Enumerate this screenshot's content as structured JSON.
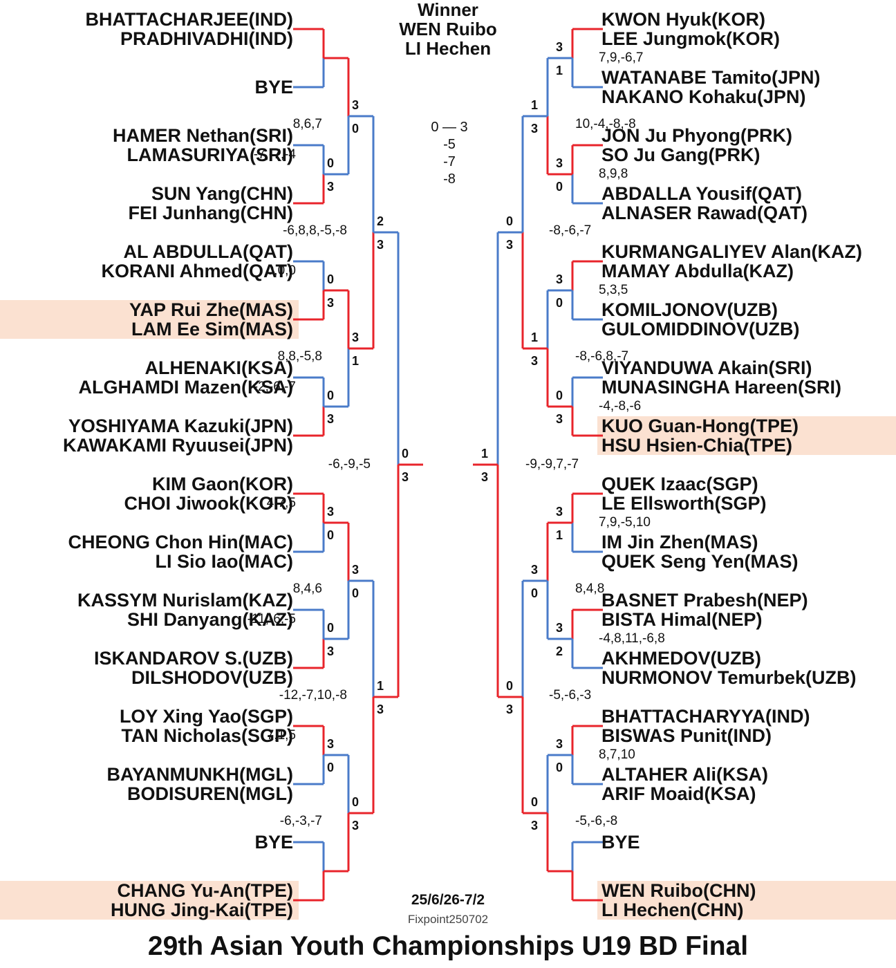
{
  "header": {
    "winner_label": "Winner",
    "winner_players": [
      "WEN Ruibo",
      "LI Hechen"
    ]
  },
  "final": {
    "result": "0 — 3",
    "games": [
      "-5",
      "-7",
      "-8"
    ]
  },
  "footer": {
    "date": "25/6/26-7/2",
    "source": "Fixpoint250702",
    "title": "29th Asian Youth Championships U19 BD Final"
  },
  "left_teams": [
    {
      "p": [
        "BHATTACHARJEE(IND)",
        "PRADHIVADHI(IND)"
      ]
    },
    {
      "p": [
        "BYE"
      ]
    },
    {
      "p": [
        "HAMER Nethan(SRI)",
        "LAMASURIYA(SRI)"
      ]
    },
    {
      "p": [
        "SUN Yang(CHN)",
        "FEI Junhang(CHN)"
      ]
    },
    {
      "p": [
        "AL ABDULLA(QAT)",
        "KORANI Ahmed(QAT)"
      ]
    },
    {
      "p": [
        "YAP Rui Zhe(MAS)",
        "LAM Ee Sim(MAS)"
      ]
    },
    {
      "p": [
        "ALHENAKI(KSA)",
        "ALGHAMDI Mazen(KSA)"
      ]
    },
    {
      "p": [
        "YOSHIYAMA Kazuki(JPN)",
        "KAWAKAMI Ryuusei(JPN)"
      ]
    },
    {
      "p": [
        "KIM Gaon(KOR)",
        "CHOI Jiwook(KOR)"
      ]
    },
    {
      "p": [
        "CHEONG Chon Hin(MAC)",
        "LI Sio Iao(MAC)"
      ]
    },
    {
      "p": [
        "KASSYM Nurislam(KAZ)",
        "SHI Danyang(KAZ)"
      ]
    },
    {
      "p": [
        "ISKANDAROV S.(UZB)",
        "DILSHODOV(UZB)"
      ]
    },
    {
      "p": [
        "LOY Xing Yao(SGP)",
        "TAN Nicholas(SGP)"
      ]
    },
    {
      "p": [
        "BAYANMUNKH(MGL)",
        "BODISUREN(MGL)"
      ]
    },
    {
      "p": [
        "BYE"
      ]
    },
    {
      "p": [
        "CHANG Yu-An(TPE)",
        "HUNG Jing-Kai(TPE)"
      ]
    }
  ],
  "right_teams": [
    {
      "p": [
        "KWON Hyuk(KOR)",
        "LEE Jungmok(KOR)"
      ]
    },
    {
      "p": [
        "WATANABE Tamito(JPN)",
        "NAKANO Kohaku(JPN)"
      ]
    },
    {
      "p": [
        "JON Ju Phyong(PRK)",
        "SO Ju Gang(PRK)"
      ]
    },
    {
      "p": [
        "ABDALLA Yousif(QAT)",
        "ALNASER Rawad(QAT)"
      ]
    },
    {
      "p": [
        "KURMANGALIYEV Alan(KAZ)",
        "MAMAY Abdulla(KAZ)"
      ]
    },
    {
      "p": [
        "KOMILJONOV(UZB)",
        "GULOMIDDINOV(UZB)"
      ]
    },
    {
      "p": [
        "VIYANDUWA Akain(SRI)",
        "MUNASINGHA Hareen(SRI)"
      ]
    },
    {
      "p": [
        "KUO Guan-Hong(TPE)",
        "HSU Hsien-Chia(TPE)"
      ]
    },
    {
      "p": [
        "QUEK Izaac(SGP)",
        "LE Ellsworth(SGP)"
      ]
    },
    {
      "p": [
        "IM Jin Zhen(MAS)",
        "QUEK Seng Yen(MAS)"
      ]
    },
    {
      "p": [
        "BASNET Prabesh(NEP)",
        "BISTA Himal(NEP)"
      ]
    },
    {
      "p": [
        "AKHMEDOV(UZB)",
        "NURMONOV Temurbek(UZB)"
      ]
    },
    {
      "p": [
        "BHATTACHARYYA(IND)",
        "BISWAS Punit(IND)"
      ]
    },
    {
      "p": [
        "ALTAHER Ali(KSA)",
        "ARIF Moaid(KSA)"
      ]
    },
    {
      "p": [
        "BYE"
      ]
    },
    {
      "p": [
        "WEN Ruibo(CHN)",
        "LI Hechen(CHN)"
      ]
    }
  ],
  "match_scores": {
    "left": {
      "r1": [
        {
          "gs": [
            "",
            ""
          ],
          "scores": ""
        },
        {
          "gs": [
            "0",
            "3"
          ],
          "scores": "-7,-7,-4"
        },
        {
          "gs": [
            "0",
            "3"
          ],
          "scores": "0,0,0"
        },
        {
          "gs": [
            "0",
            "3"
          ],
          "scores": "-2,-6,-7"
        },
        {
          "gs": [
            "3",
            "0"
          ],
          "scores": "4,7,5"
        },
        {
          "gs": [
            "0",
            "3"
          ],
          "scores": "-11,-6,-5"
        },
        {
          "gs": [
            "3",
            "0"
          ],
          "scores": "7,1,5"
        },
        {
          "gs": [
            "",
            ""
          ],
          "scores": ""
        }
      ],
      "r2": [
        {
          "gs": [
            "3",
            "0"
          ],
          "scores": "8,6,7"
        },
        {
          "gs": [
            "3",
            "1"
          ],
          "scores": "8,8,-5,8"
        },
        {
          "gs": [
            "3",
            "0"
          ],
          "scores": "8,4,6"
        },
        {
          "gs": [
            "0",
            "3"
          ],
          "scores": "-6,-3,-7"
        }
      ],
      "r3": [
        {
          "gs": [
            "2",
            "3"
          ],
          "scores": "-6,8,8,-5,-8"
        },
        {
          "gs": [
            "1",
            "3"
          ],
          "scores": "-12,-7,10,-8"
        }
      ],
      "sf": {
        "gs": [
          "0",
          "3"
        ],
        "scores": "-6,-9,-5"
      }
    },
    "right": {
      "r1": [
        {
          "gs": [
            "3",
            "1"
          ],
          "scores": "7,9,-6,7"
        },
        {
          "gs": [
            "3",
            "0"
          ],
          "scores": "8,9,8"
        },
        {
          "gs": [
            "3",
            "0"
          ],
          "scores": "5,3,5"
        },
        {
          "gs": [
            "0",
            "3"
          ],
          "scores": "-4,-8,-6"
        },
        {
          "gs": [
            "3",
            "1"
          ],
          "scores": "7,9,-5,10"
        },
        {
          "gs": [
            "3",
            "2"
          ],
          "scores": "-4,8,11,-6,8"
        },
        {
          "gs": [
            "3",
            "0"
          ],
          "scores": "8,7,10"
        },
        {
          "gs": [
            "",
            ""
          ],
          "scores": ""
        }
      ],
      "r2": [
        {
          "gs": [
            "1",
            "3"
          ],
          "scores": "10,-4,-8,-8"
        },
        {
          "gs": [
            "1",
            "3"
          ],
          "scores": "-8,-6,8,-7"
        },
        {
          "gs": [
            "3",
            "0"
          ],
          "scores": "8,4,8"
        },
        {
          "gs": [
            "0",
            "3"
          ],
          "scores": "-5,-6,-8"
        }
      ],
      "r3": [
        {
          "gs": [
            "0",
            "3"
          ],
          "scores": "-8,-6,-7"
        },
        {
          "gs": [
            "0",
            "3"
          ],
          "scores": "-5,-6,-3"
        }
      ],
      "sf": {
        "gs": [
          "1",
          "3"
        ],
        "scores": "-9,-9,7,-7"
      }
    }
  },
  "winners": {
    "left": {
      "r1": [
        0,
        1,
        1,
        1,
        0,
        1,
        0,
        1
      ],
      "r2": [
        0,
        0,
        0,
        1
      ],
      "r3": [
        1,
        1
      ],
      "sf": 1
    },
    "right": {
      "r1": [
        0,
        0,
        0,
        1,
        0,
        0,
        0,
        1
      ],
      "r2": [
        1,
        1,
        0,
        1
      ],
      "r3": [
        1,
        1
      ],
      "sf": 1
    }
  },
  "highlight_teams": {
    "left": [
      5,
      15
    ],
    "right": [
      7,
      15
    ]
  },
  "colors": {
    "winner_line": "#e8242b",
    "loser_line": "#4a7bc9",
    "highlight": "#fbe1d1"
  }
}
